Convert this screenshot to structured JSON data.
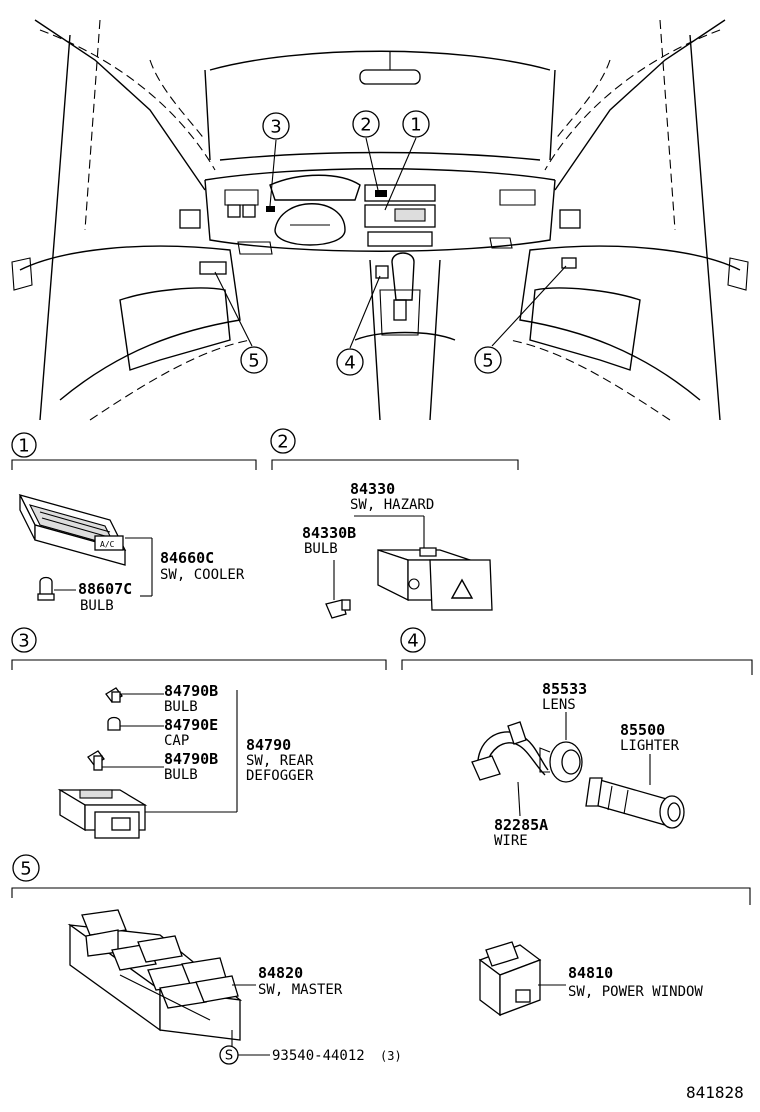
{
  "callouts": {
    "c1": "1",
    "c2": "2",
    "c3": "3",
    "c4": "4",
    "c5": "5"
  },
  "parts": {
    "p84660C": {
      "number": "84660C",
      "name": "SW, COOLER"
    },
    "p88607C": {
      "number": "88607C",
      "name": "BULB"
    },
    "p84330": {
      "number": "84330",
      "name": "SW, HAZARD"
    },
    "p84330B": {
      "number": "84330B",
      "name": "BULB"
    },
    "p84790B_a": {
      "number": "84790B",
      "name": "BULB"
    },
    "p84790E": {
      "number": "84790E",
      "name": "CAP"
    },
    "p84790B_b": {
      "number": "84790B",
      "name": "BULB"
    },
    "p84790": {
      "number": "84790",
      "name_line1": "SW, REAR",
      "name_line2": "DEFOGGER"
    },
    "p85533": {
      "number": "85533",
      "name": "LENS"
    },
    "p85500": {
      "number": "85500",
      "name": "LIGHTER"
    },
    "p82285A": {
      "number": "82285A",
      "name": "WIRE"
    },
    "p84820": {
      "number": "84820",
      "name": "SW, MASTER"
    },
    "p84810": {
      "number": "84810",
      "name": "SW, POWER WINDOW"
    },
    "screw": {
      "symbol": "S",
      "number": "93540-44012",
      "qty": "(3)"
    }
  },
  "footer": {
    "figure_id": "841828"
  }
}
